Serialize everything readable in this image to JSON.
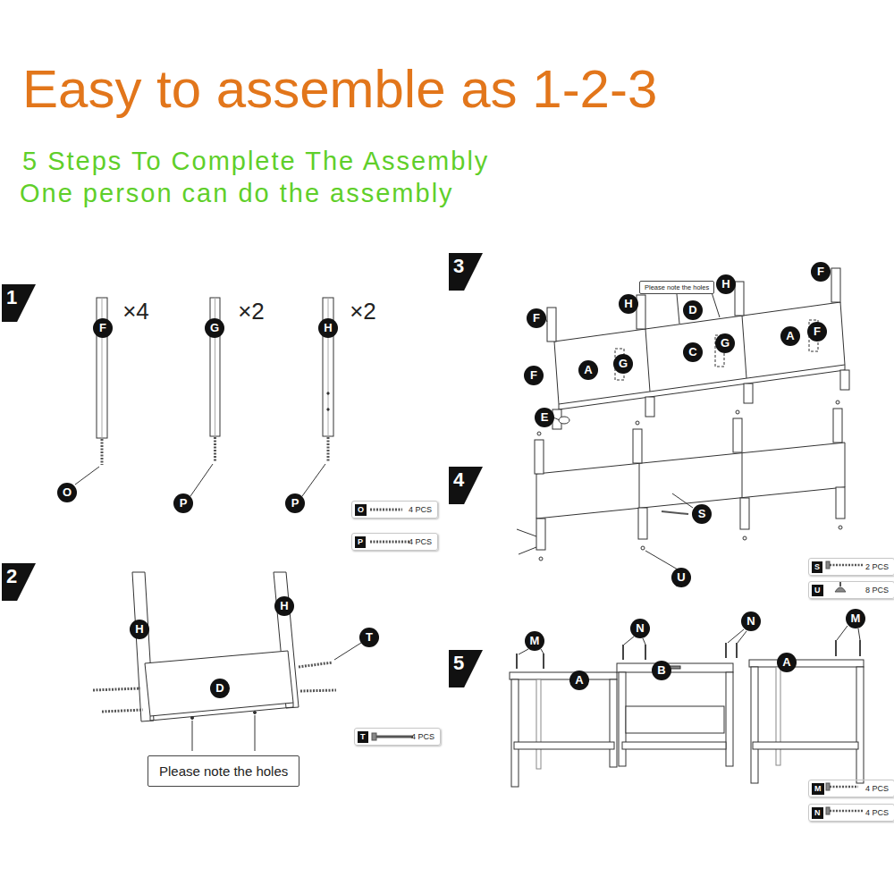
{
  "diagram": {
    "title": "Easy to assemble as 1-2-3",
    "nodes": [
      {
        "text": [
          "O",
          "4 PCS"
        ]
      },
      {
        "text": [
          "P",
          "4 PCS"
        ]
      },
      {
        "text": [
          "Please note the holes"
        ]
      },
      {
        "text": [
          "T",
          "4 PCS"
        ]
      },
      {
        "text": [
          "Please note the holes"
        ]
      },
      {
        "text": [
          "S",
          "2 PCS"
        ]
      },
      {
        "text": [
          "U",
          "8 PCS"
        ]
      },
      {
        "text": [
          "M",
          "4 PCS"
        ]
      },
      {
        "text": [
          "N",
          "4 PCS"
        ]
      }
    ],
    "labels": [
      "5 Steps To Complete The Assembly",
      "One person can do the assembly",
      "1",
      "F",
      "×4",
      "G",
      "×2",
      "H",
      "×2",
      "O",
      "P",
      "P",
      "2",
      "H",
      "H",
      "T",
      "D",
      "3",
      "F",
      "H",
      "D",
      "H",
      "F",
      "F",
      "A",
      "G",
      "C",
      "G",
      "A",
      "F",
      "E",
      "4",
      "S",
      "U",
      "5",
      "M",
      "N",
      "N",
      "M",
      "A",
      "B",
      "A"
    ]
  }
}
